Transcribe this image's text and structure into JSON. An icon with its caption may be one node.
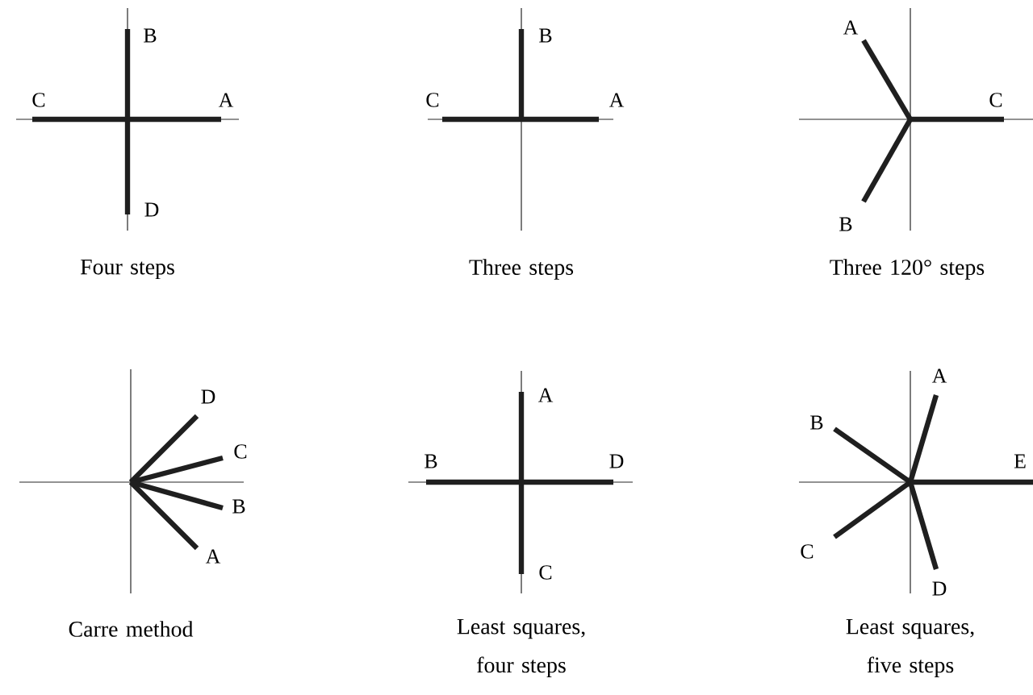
{
  "diagram": {
    "labels": [
      "B",
      "C",
      "A",
      "D",
      "Four steps",
      "B",
      "C",
      "A",
      "Three steps",
      "A",
      "C",
      "B",
      "Three 120° steps",
      "D",
      "C",
      "B",
      "A",
      "Carre method",
      "A",
      "B",
      "D",
      "C",
      "Least squares, four steps",
      "A",
      "B",
      "E",
      "C",
      "D",
      "Least squares, five steps"
    ]
  }
}
